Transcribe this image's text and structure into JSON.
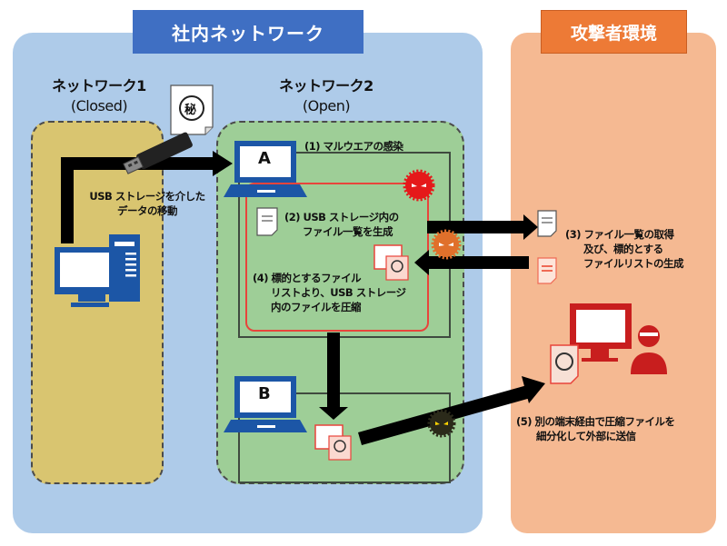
{
  "corporate_network": {
    "title": "社内ネットワーク",
    "color": "#3f6fc3",
    "network1": {
      "name": "ネットワーク1",
      "status": "(Closed)"
    },
    "network2": {
      "name": "ネットワーク2",
      "status": "(Open)"
    },
    "usb_transfer_label_line1": "USB ストレージを介した",
    "usb_transfer_label_line2": "データの移動",
    "secret_mark": "秘",
    "terminal_a_label": "A",
    "terminal_b_label": "B"
  },
  "attacker_environment": {
    "title": "攻撃者環境",
    "color": "#ed7a36"
  },
  "steps": {
    "step1": "(1) マルウエアの感染",
    "step2_line1": "(2) USB ストレージ内の",
    "step2_line2": "ファイル一覧を生成",
    "step3_line1": "(3) ファイル一覧の取得",
    "step3_line2": "及び、標的とする",
    "step3_line3": "ファイルリストの生成",
    "step4_line1": "(4) 標的とするファイル",
    "step4_line2": "リストより、USB ストレージ",
    "step4_line3": "内のファイルを圧縮",
    "step5_line1": "(5) 別の端末経由で圧縮ファイルを",
    "step5_line2": "細分化して外部に送信"
  },
  "icons": {
    "usb": "usb-stick-icon",
    "desktop": "desktop-pc-icon",
    "laptop": "laptop-icon",
    "malware_red": "malware-virus-icon",
    "malware_orange": "malware-virus-icon",
    "malware_dark": "malware-virus-icon",
    "document": "document-icon",
    "zip_folder": "compressed-folder-icon",
    "attacker": "hacker-icon"
  },
  "colors": {
    "network1_bg": "#d9c570",
    "network2_bg": "#9ece97",
    "corporate_bg": "#aecbe9",
    "attacker_bg": "#f5b992",
    "highlight_red": "#e8443b",
    "device_blue": "#1c56a6"
  }
}
